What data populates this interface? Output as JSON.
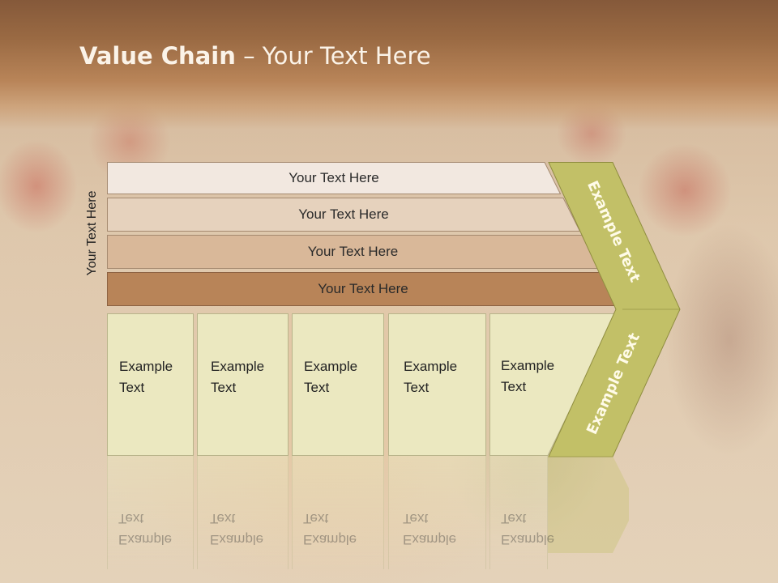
{
  "slide": {
    "title_bold": "Value Chain",
    "title_rest": " – Your Text Here",
    "side_label": "Your Text Here"
  },
  "bars": [
    {
      "label": "Your Text Here",
      "color": "#f2e8e0"
    },
    {
      "label": "Your Text Here",
      "color": "#e6d2bd"
    },
    {
      "label": "Your Text Here",
      "color": "#d9b899"
    },
    {
      "label": "Your Text Here",
      "color": "#b88458"
    }
  ],
  "columns": [
    {
      "line1": "Example",
      "line2": "Text"
    },
    {
      "line1": "Example",
      "line2": "Text"
    },
    {
      "line1": "Example",
      "line2": "Text"
    },
    {
      "line1": "Example",
      "line2": "Text"
    },
    {
      "line1": "Example",
      "line2": "Text"
    }
  ],
  "chevron": {
    "upper_label": "Example Text",
    "lower_label": "Example Text",
    "color": "#c2c067"
  },
  "colors": {
    "column_fill": "#ebe8c0",
    "header": "#9a6a43"
  }
}
